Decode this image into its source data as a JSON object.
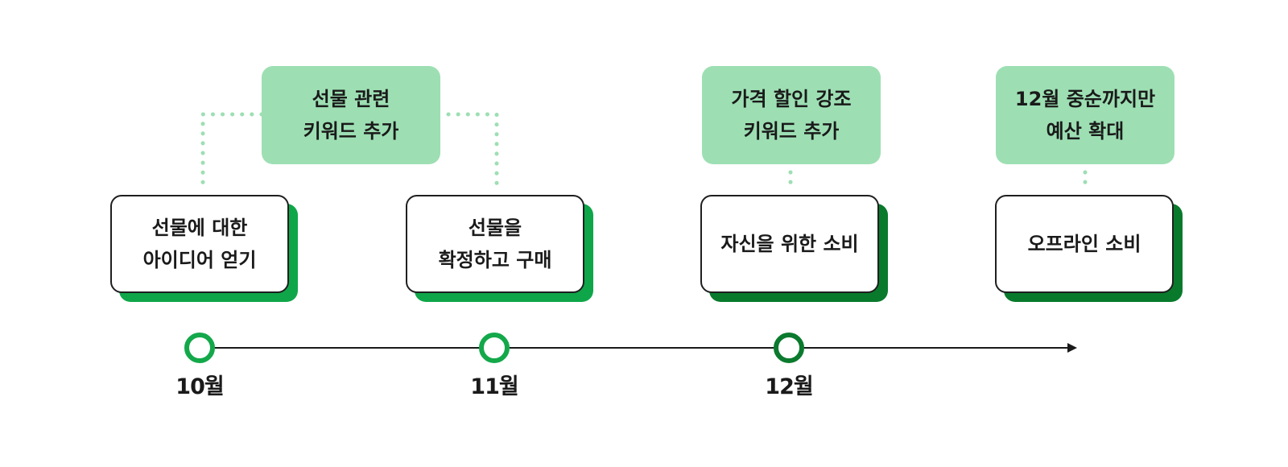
{
  "notes": [
    {
      "text": "선물 관련\n키워드 추가"
    },
    {
      "text": "가격 할인 강조\n키워드 추가"
    },
    {
      "text": "12월 중순까지만\n예산 확대"
    }
  ],
  "cards": [
    {
      "text": "선물에 대한\n아이디어 얻기"
    },
    {
      "text": "선물을\n확정하고 구매"
    },
    {
      "text": "자신을 위한 소비"
    },
    {
      "text": "오프라인 소비"
    }
  ],
  "months": [
    {
      "label": "10월"
    },
    {
      "label": "11월"
    },
    {
      "label": "12월"
    }
  ],
  "colors": {
    "note_fill": "#9ddfb3",
    "shadow_bright": "#0fa64a",
    "shadow_dark": "#097a2c",
    "marker_bright": "#13a84a",
    "marker_dark": "#0b7a2e",
    "connector": "#9ddfb3"
  }
}
